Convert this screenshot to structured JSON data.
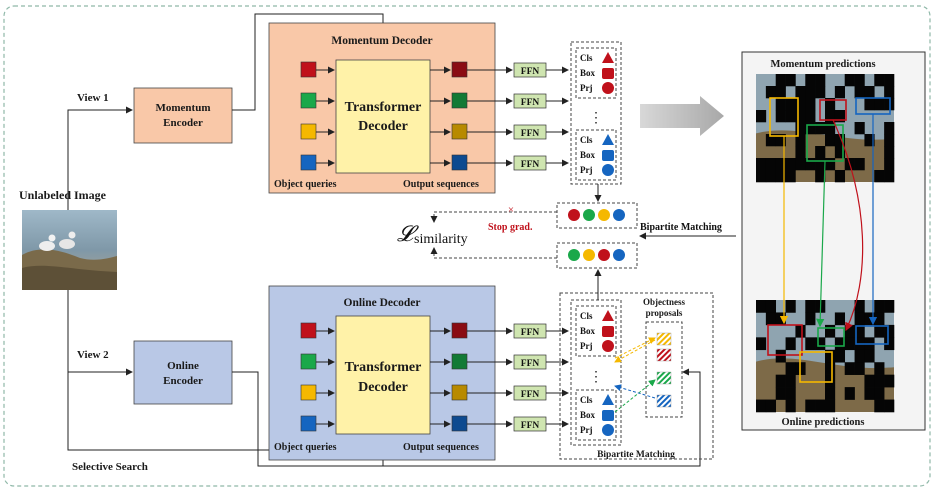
{
  "input": {
    "title": "Unlabeled Image",
    "view1_label": "View 1",
    "view2_label": "View 2",
    "selective_search_label": "Selective Search"
  },
  "momentum": {
    "encoder_label": [
      "Momentum",
      "Encoder"
    ],
    "decoder_title": "Momentum Decoder",
    "transformer_label": [
      "Transformer",
      "Decoder"
    ],
    "object_queries_label": "Object queries",
    "output_sequences_label": "Output sequences",
    "ffn_label": "FFN",
    "head_labels": [
      "Cls",
      "Box",
      "Prj"
    ],
    "ellipsis": "⋮"
  },
  "online": {
    "encoder_label": [
      "Online",
      "Encoder"
    ],
    "decoder_title": "Online Decoder",
    "transformer_label": [
      "Transformer",
      "Decoder"
    ],
    "object_queries_label": "Object queries",
    "output_sequences_label": "Output sequences",
    "ffn_label": "FFN",
    "head_labels": [
      "Cls",
      "Box",
      "Prj"
    ],
    "ellipsis": "⋮",
    "proposals_label": [
      "Objectness",
      "proposals"
    ],
    "bipartite_label": "Bipartite Matching"
  },
  "center": {
    "loss_symbol": "𝓛",
    "loss_subscript": "similarity",
    "stop_grad_label": "Stop grad.",
    "stop_grad_mark": "×",
    "bipartite_label": "Bipartite Matching"
  },
  "predictions": {
    "momentum_title": "Momentum predictions",
    "online_title": "Online predictions"
  },
  "colors": {
    "query_colors": [
      "#c0111b",
      "#1aa84a",
      "#f5b800",
      "#1565c0"
    ],
    "momentum_bg": "#f9c8a8",
    "online_bg": "#b9c8e6",
    "transformer_bg": "#fff2a8",
    "ffn_bg": "#cfe5b0",
    "frame_border": "#8fb8a8",
    "momentum_dot_order": [
      "#c0111b",
      "#1aa84a",
      "#f5b800",
      "#1565c0"
    ],
    "online_dot_order": [
      "#1aa84a",
      "#f5b800",
      "#c0111b",
      "#1565c0"
    ]
  }
}
